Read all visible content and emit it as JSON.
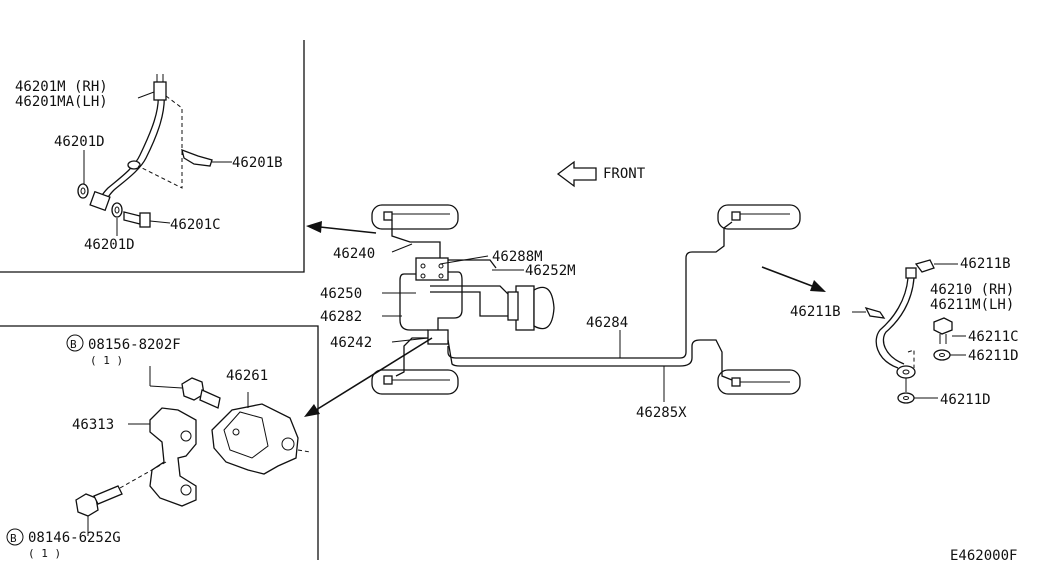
{
  "labels": {
    "p46201m": "46201M (RH)",
    "p46201ma": "46201MA(LH)",
    "p46201d_a": "46201D",
    "p46201b": "46201B",
    "p46201c": "46201C",
    "p46201d_b": "46201D",
    "front": "FRONT",
    "p46240": "46240",
    "p46288m": "46288M",
    "p46252m": "46252M",
    "p46250": "46250",
    "p46282": "46282",
    "p46242": "46242",
    "p46284": "46284",
    "p46285x": "46285X",
    "p46211b_a": "46211B",
    "p46211b_b": "46211B",
    "p46210": "46210 (RH)",
    "p46211m": "46211M(LH)",
    "p46211c": "46211C",
    "p46211d_a": "46211D",
    "p46211d_b": "46211D",
    "bolt1": "08156-8202F",
    "bolt1_qty": "( 1 )",
    "bolt2": "08146-6252G",
    "bolt2_qty": "( 1 )",
    "circle_b": "B",
    "p46261": "46261",
    "p46313": "46313",
    "diagram_id": "E462000F"
  }
}
